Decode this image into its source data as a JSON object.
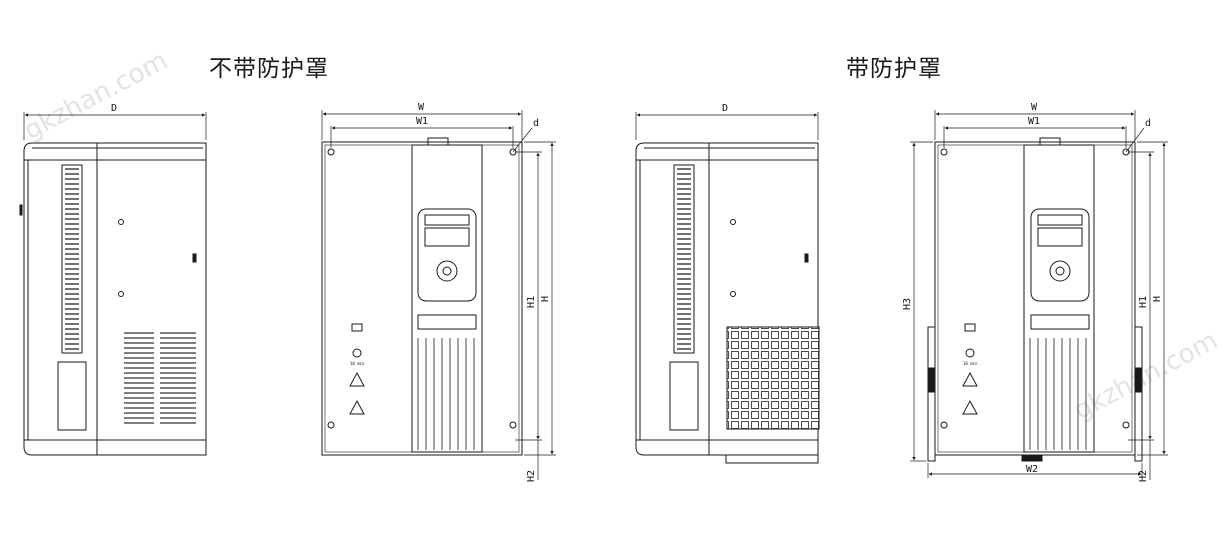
{
  "headings": {
    "without_cover": "不带防护罩",
    "with_cover": "带防护罩"
  },
  "dimensions": {
    "depth": "D",
    "width": "W",
    "mount_width": "W1",
    "cover_width": "W2",
    "hole_dia": "d",
    "height": "H",
    "mount_height": "H1",
    "bottom_offset": "H2",
    "total_height": "H3"
  },
  "panel": {
    "timer_note": "10 min"
  },
  "watermark": "gkzhan.com",
  "colors": {
    "line": "#1a1a1a",
    "watermark": "#e3e3e3"
  },
  "icons": [
    "hole-icon",
    "warning-triangle-icon",
    "shock-warning-icon",
    "timer-icon",
    "manual-icon",
    "brand-logo-icon"
  ]
}
